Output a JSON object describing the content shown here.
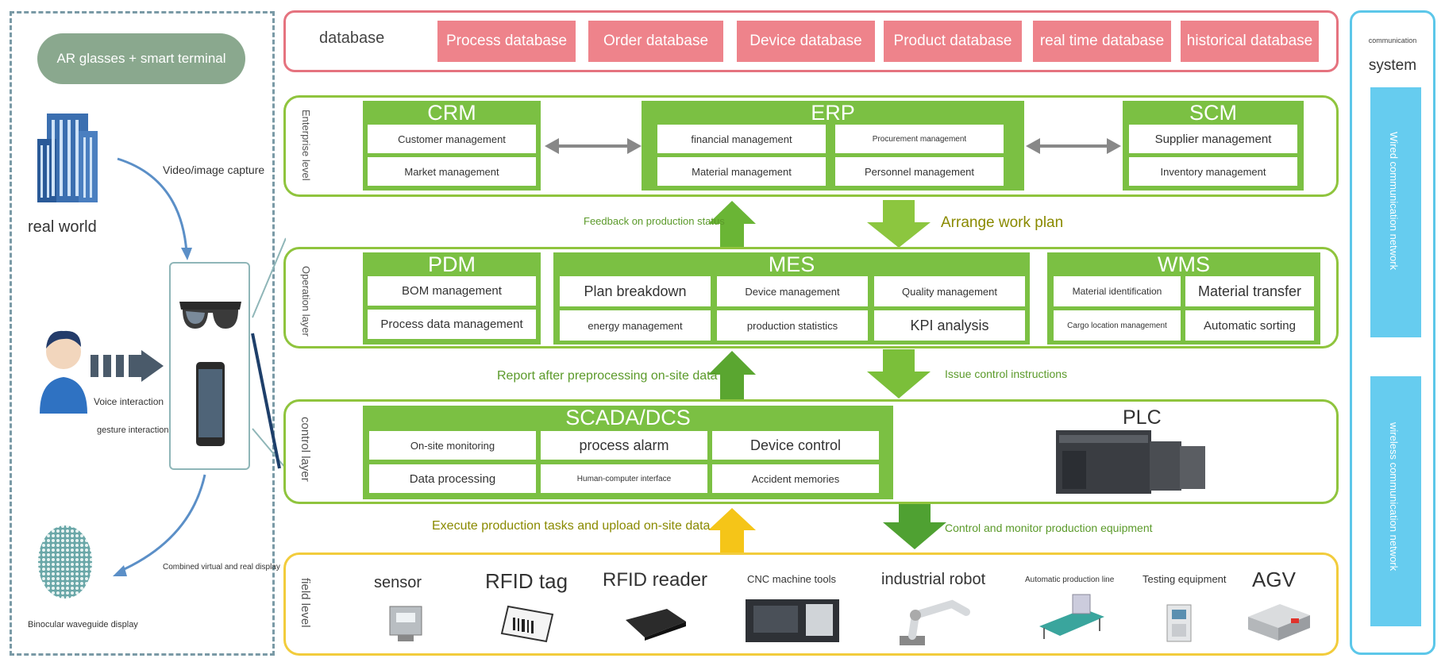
{
  "left_panel": {
    "ar_pill": "AR glasses + smart terminal",
    "video_capture": "Video/image capture",
    "real_world": "real world",
    "voice_interaction": "Voice interaction",
    "gesture_interaction": "gesture interaction",
    "combined_display": "Combined virtual and real display",
    "binocular_display": "Binocular waveguide display"
  },
  "database": {
    "label": "database",
    "items": [
      "Process database",
      "Order database",
      "Device database",
      "Product database",
      "real time database",
      "historical database"
    ]
  },
  "enterprise": {
    "label": "Enterprise level",
    "crm": {
      "title": "CRM",
      "items": [
        "Customer management",
        "Market management"
      ]
    },
    "erp": {
      "title": "ERP",
      "items": [
        "financial management",
        "Procurement management",
        "Material management",
        "Personnel management"
      ]
    },
    "scm": {
      "title": "SCM",
      "items": [
        "Supplier management",
        "Inventory management"
      ]
    }
  },
  "flow1": {
    "up": "Feedback on production status",
    "down": "Arrange work plan"
  },
  "operation": {
    "label": "Operation layer",
    "pdm": {
      "title": "PDM",
      "items": [
        "BOM management",
        "Process data management"
      ]
    },
    "mes": {
      "title": "MES",
      "items": [
        "Plan breakdown",
        "Device management",
        "Quality management",
        "energy management",
        "production statistics",
        "KPI analysis"
      ]
    },
    "wms": {
      "title": "WMS",
      "items": [
        "Material identification",
        "Material transfer",
        "Cargo location management",
        "Automatic sorting"
      ]
    }
  },
  "flow2": {
    "up": "Report after preprocessing on-site data",
    "down": "Issue control instructions"
  },
  "control": {
    "label": "control layer",
    "scada": {
      "title": "SCADA/DCS",
      "items": [
        "On-site monitoring",
        "process alarm",
        "Device control",
        "Data processing",
        "Human-computer interface",
        "Accident memories"
      ]
    },
    "plc": "PLC"
  },
  "flow3": {
    "up": "Execute production tasks and upload on-site data",
    "down": "Control and monitor production equipment"
  },
  "field": {
    "label": "field level",
    "devices": [
      "sensor",
      "RFID tag",
      "RFID reader",
      "CNC machine tools",
      "industrial robot",
      "Automatic production line",
      "Testing equipment",
      "AGV"
    ]
  },
  "communication": {
    "header_small": "communication",
    "header": "system",
    "wired": "Wired communication network",
    "wireless": "wireless communication network"
  },
  "colors": {
    "database_border": "#e5737f",
    "database_item": "#ee838b",
    "module_green": "#7bc043",
    "layer_border": "#8fc43d",
    "field_border": "#f2cc3c",
    "comm_blue": "#66ccef",
    "up_arrow_yellow": "#f5c518"
  }
}
